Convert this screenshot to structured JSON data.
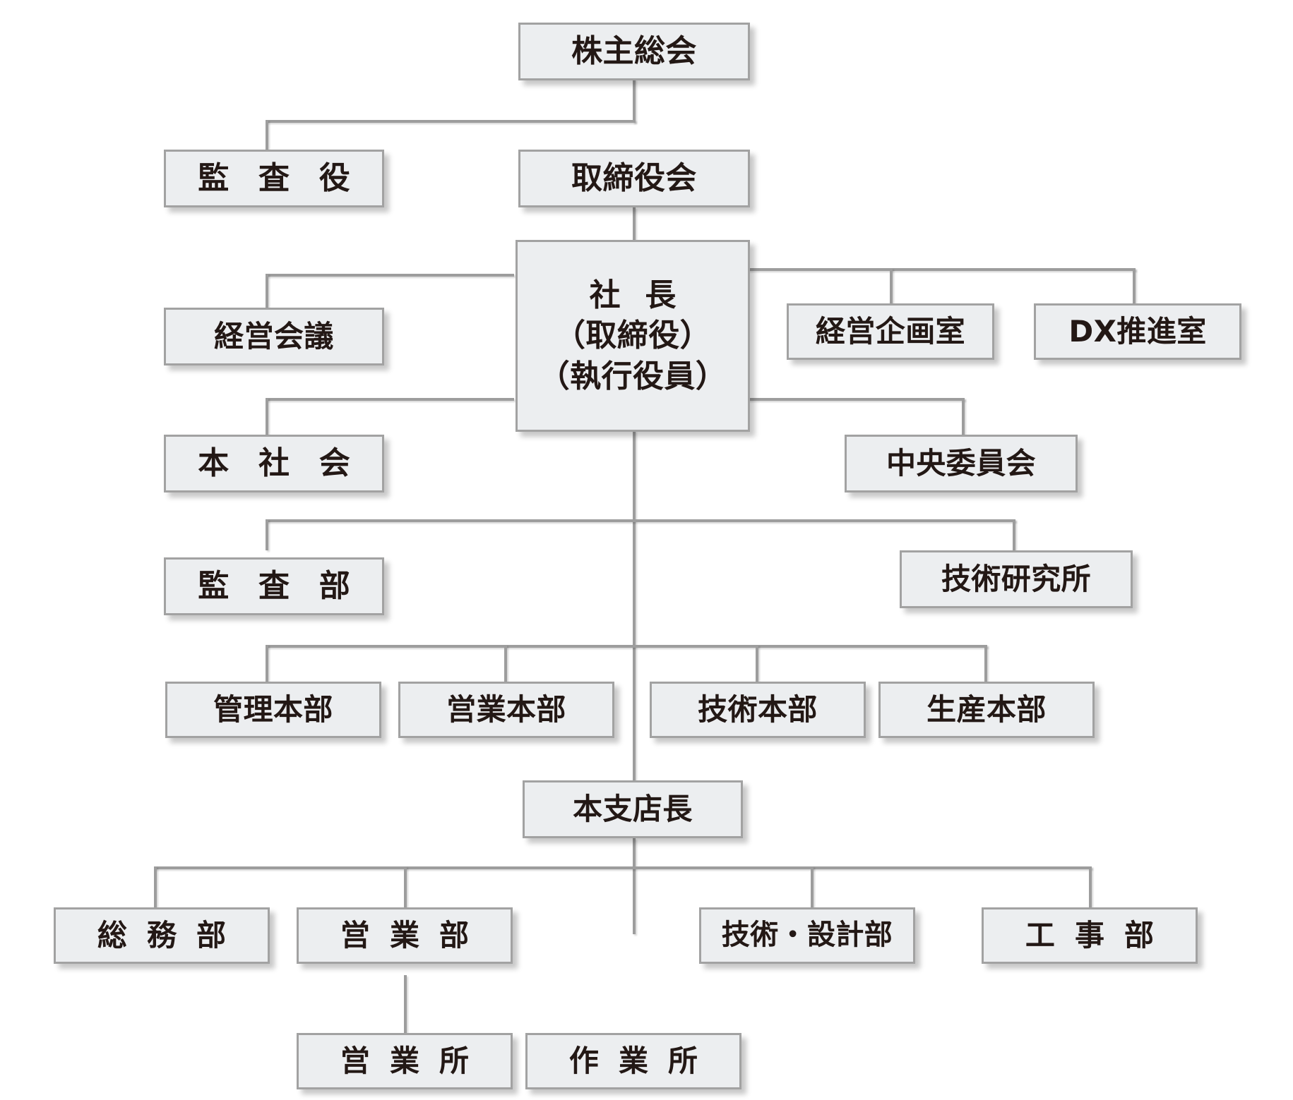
{
  "chart_title": "",
  "theme": {
    "page_background": "#ffffff",
    "box_fill": "#eceef0",
    "box_border": "#a2a2a2",
    "text_color": "#231815",
    "connector_color": "#9d9d9d",
    "shadow_color": "rgba(0,0,0,0.22)"
  },
  "org_chart": {
    "type": "organization-chart",
    "orientation": "top-down",
    "nodes": [
      {
        "id": "shareholders",
        "label": "株主総会",
        "level": 0
      },
      {
        "id": "auditor",
        "label": "監 査 役",
        "level": 1
      },
      {
        "id": "board",
        "label": "取締役会",
        "level": 1
      },
      {
        "id": "president",
        "label_lines": [
          "社 長",
          "（取締役）",
          "（執行役員）"
        ],
        "level": 2
      },
      {
        "id": "mgmt-meeting",
        "label": "経営会議",
        "level": 3
      },
      {
        "id": "planning-office",
        "label": "経営企画室",
        "level": 3
      },
      {
        "id": "dx-office",
        "label": "DX推進室",
        "level": 3
      },
      {
        "id": "head-office-council",
        "label": "本 社 会",
        "level": 4
      },
      {
        "id": "central-committee",
        "label": "中央委員会",
        "level": 4
      },
      {
        "id": "audit-dept",
        "label": "監 査 部",
        "level": 5
      },
      {
        "id": "tech-lab",
        "label": "技術研究所",
        "level": 5
      },
      {
        "id": "admin-hq",
        "label": "管理本部",
        "level": 6
      },
      {
        "id": "sales-hq",
        "label": "営業本部",
        "level": 6
      },
      {
        "id": "tech-hq",
        "label": "技術本部",
        "level": 6
      },
      {
        "id": "production-hq",
        "label": "生産本部",
        "level": 6
      },
      {
        "id": "branch-manager",
        "label": "本支店長",
        "level": 7
      },
      {
        "id": "general-affairs",
        "label": "総 務 部",
        "level": 8
      },
      {
        "id": "sales-dept",
        "label": "営 業 部",
        "level": 8
      },
      {
        "id": "tech-design-dept",
        "label": "技術・設計部",
        "level": 8
      },
      {
        "id": "construction-dept",
        "label": "工 事 部",
        "level": 8
      },
      {
        "id": "sales-office",
        "label": "営 業 所",
        "level": 9
      },
      {
        "id": "work-site",
        "label": "作 業 所",
        "level": 9
      }
    ],
    "edges": [
      {
        "from": "shareholders",
        "to": "auditor"
      },
      {
        "from": "shareholders",
        "to": "board"
      },
      {
        "from": "board",
        "to": "president"
      },
      {
        "from": "president",
        "to": "mgmt-meeting"
      },
      {
        "from": "president",
        "to": "planning-office"
      },
      {
        "from": "president",
        "to": "dx-office"
      },
      {
        "from": "president",
        "to": "head-office-council"
      },
      {
        "from": "president",
        "to": "central-committee"
      },
      {
        "from": "president",
        "to": "audit-dept"
      },
      {
        "from": "president",
        "to": "tech-lab"
      },
      {
        "from": "president",
        "to": "admin-hq"
      },
      {
        "from": "president",
        "to": "sales-hq"
      },
      {
        "from": "president",
        "to": "tech-hq"
      },
      {
        "from": "president",
        "to": "production-hq"
      },
      {
        "from": "president",
        "to": "branch-manager"
      },
      {
        "from": "branch-manager",
        "to": "general-affairs"
      },
      {
        "from": "branch-manager",
        "to": "sales-dept"
      },
      {
        "from": "branch-manager",
        "to": "tech-design-dept"
      },
      {
        "from": "branch-manager",
        "to": "construction-dept"
      },
      {
        "from": "sales-dept",
        "to": "sales-office"
      },
      {
        "from": "branch-manager",
        "to": "work-site"
      }
    ]
  }
}
